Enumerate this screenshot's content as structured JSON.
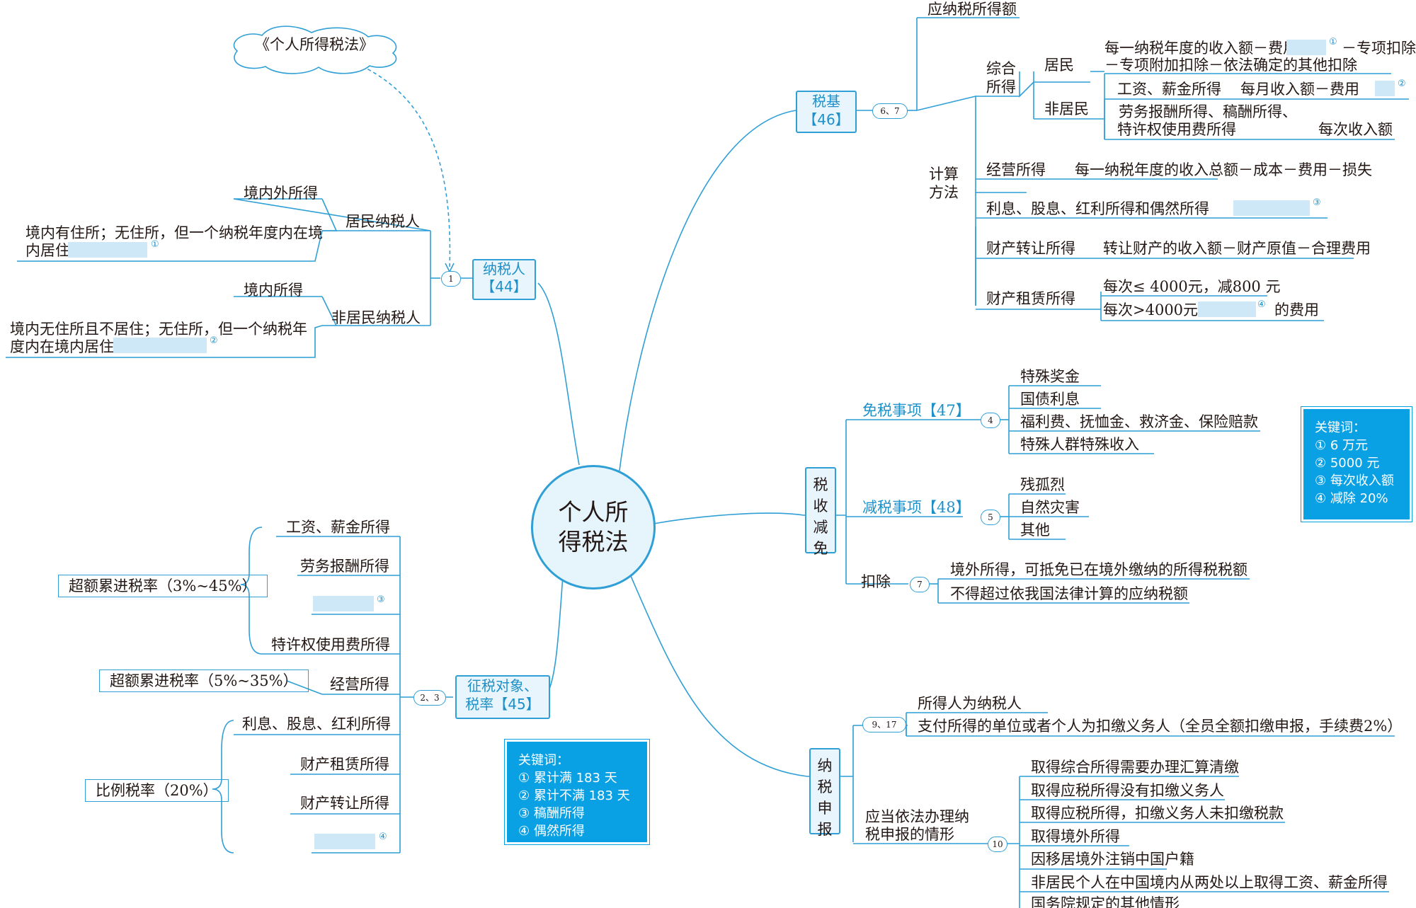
{
  "center": {
    "line1": "个人所",
    "line2": "得税法"
  },
  "source": "《个人所得税法》",
  "taxpayer": {
    "title": "纳税人",
    "ref": "【44】",
    "badge": "1",
    "resident": {
      "label": "居民纳税人",
      "scope": "境内外所得",
      "cond": "境内有住所；无住所，但一个纳税年度内在境内居住",
      "blank_no": "①"
    },
    "nonresident": {
      "label": "非居民纳税人",
      "scope": "境内所得",
      "cond": "境内无住所且不居住；无住所，但一个纳税年度内在境内居住",
      "blank_no": "②"
    }
  },
  "object": {
    "title": "征税对象、",
    "title2": "税率【45】",
    "badge": "2、3",
    "items": [
      "工资、薪金所得",
      "劳务报酬所得",
      "特许权使用费所得",
      "经营所得",
      "利息、股息、红利所得",
      "财产租赁所得",
      "财产转让所得"
    ],
    "blank3": "③",
    "blank4": "④",
    "rate1": "超额累进税率（3%~45%）",
    "rate2": "超额累进税率（5%~35%）",
    "rate3": "比例税率（20%）"
  },
  "keywords_left": {
    "title": "关键词：",
    "items": [
      "① 累计满 183 天",
      "② 累计不满 183 天",
      "③ 稿酬所得",
      "④ 偶然所得"
    ]
  },
  "keywords_right": {
    "title": "关键词：",
    "items": [
      "① 6 万元",
      "② 5000 元",
      "③ 每次收入额",
      "④ 减除 20%"
    ]
  },
  "taxbase": {
    "title": "税基",
    "ref": "【46】",
    "badge": "6、7",
    "taxable": "应纳税所得额",
    "method": "计算方法",
    "method_a": "计算",
    "method_b": "方法",
    "comp": "综合所得",
    "comp_a": "综合",
    "comp_b": "所得",
    "resident": "居民",
    "resident_line1": "每一纳税年度的收入额－费用",
    "resident_line1b": "－专项扣除",
    "resident_line2": "－专项附加扣除－依法确定的其他扣除",
    "nonresident": "非居民",
    "wage": "工资、薪金所得",
    "wage_formula": "每月收入额－费用",
    "labor_line1": "劳务报酬所得、稿酬所得、",
    "labor_line2": "特许权使用费所得",
    "labor_formula": "每次收入额",
    "business": "经营所得",
    "business_formula": "每一纳税年度的收入总额－成本－费用－损失",
    "interest": "利息、股息、红利所得和偶然所得",
    "transfer": "财产转让所得",
    "transfer_formula": "转让财产的收入额－财产原值－合理费用",
    "lease": "财产租赁所得",
    "lease_f1": "每次≤ 4000元，减800 元",
    "lease_f2": "每次>4000元，",
    "lease_f2b": "的费用",
    "n1": "①",
    "n2": "②",
    "n3": "③",
    "n4": "④"
  },
  "relief": {
    "title": [
      "税",
      "收",
      "减",
      "免"
    ],
    "exempt": {
      "label": "免税事项【47】",
      "badge": "4",
      "items": [
        "特殊奖金",
        "国债利息",
        "福利费、抚恤金、救济金、保险赔款",
        "特殊人群特殊收入"
      ]
    },
    "reduce": {
      "label": "减税事项【48】",
      "badge": "5",
      "items": [
        "残孤烈",
        "自然灾害",
        "其他"
      ]
    },
    "credit": {
      "label": "扣除",
      "badge": "7",
      "items": [
        "境外所得，可抵免已在境外缴纳的所得税税额",
        "不得超过依我国法律计算的应纳税额"
      ]
    }
  },
  "filing": {
    "title": [
      "纳",
      "税",
      "申",
      "报"
    ],
    "badge1": "9、17",
    "items1": [
      "所得人为纳税人",
      "支付所得的单位或者个人为扣缴义务人（全员全额扣缴申报，手续费2%）"
    ],
    "cond_line1": "应当依法办理纳",
    "cond_line2": "税申报的情形",
    "badge2": "10",
    "items2": [
      "取得综合所得需要办理汇算清缴",
      "取得应税所得没有扣缴义务人",
      "取得应税所得，扣缴义务人未扣缴税款",
      "取得境外所得",
      "因移居境外注销中国户籍",
      "非居民个人在中国境内从两处以上取得工资、薪金所得",
      "国务院规定的其他情形"
    ]
  }
}
